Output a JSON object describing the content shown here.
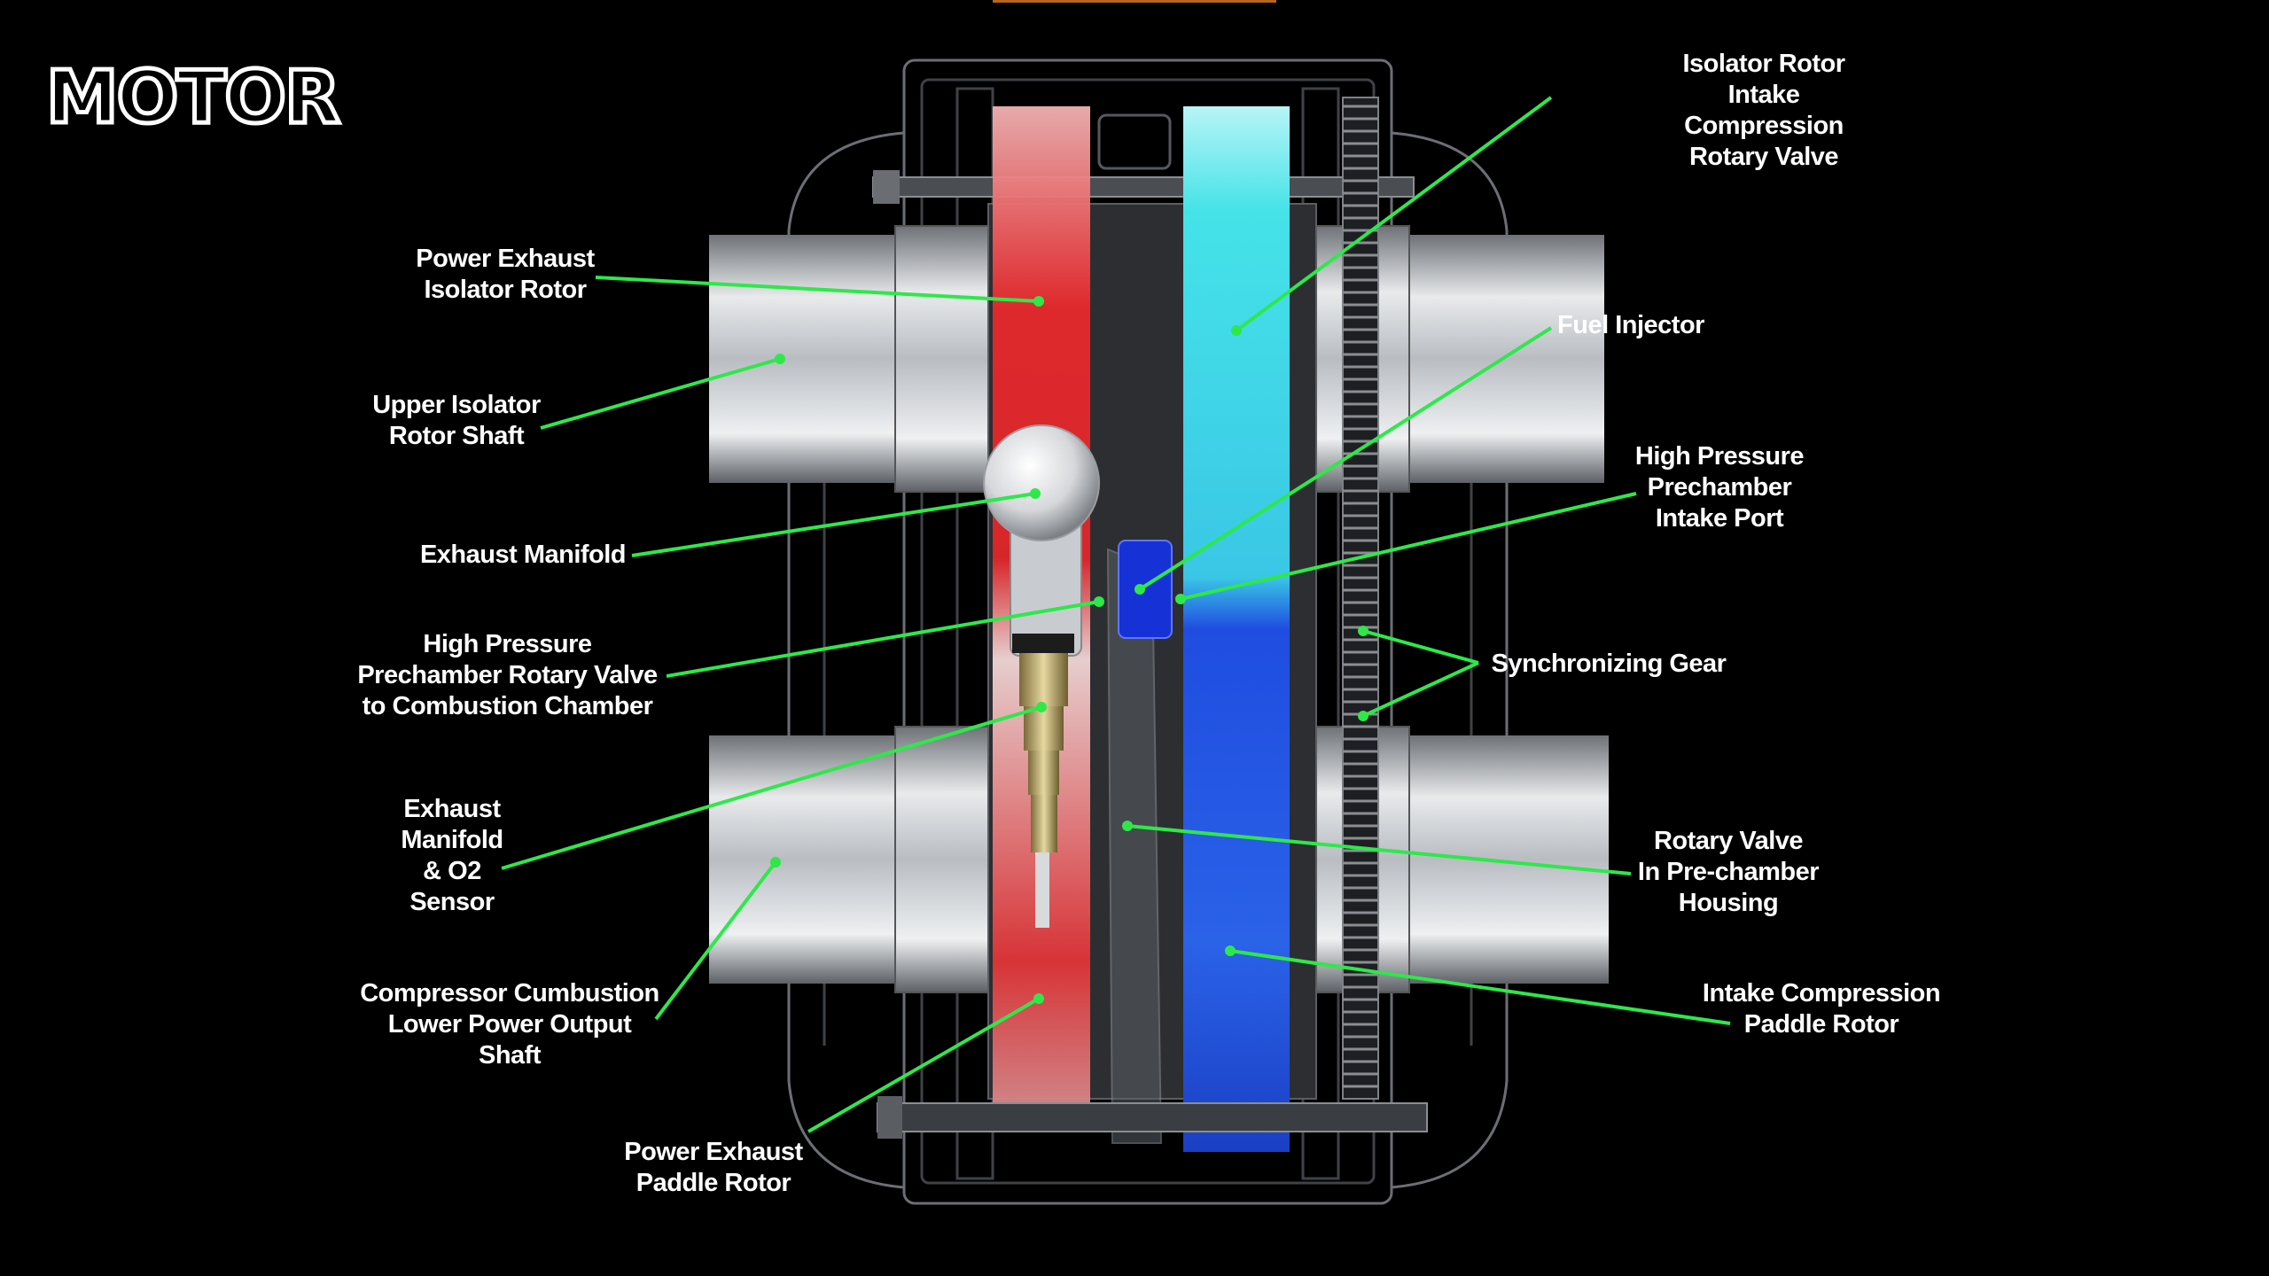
{
  "brand": {
    "logo": "MOTOR"
  },
  "colors": {
    "background": "#000000",
    "leader_line": "#2ee84a",
    "exhaust_rotor": "#e0262a",
    "intake_rotor_upper": "#45e3e8",
    "intake_rotor_lower": "#1f4de0",
    "metal": "#c9cdd2"
  },
  "labels": {
    "isolator_rotor_intake": [
      "Isolator Rotor",
      "Intake",
      "Compression",
      "Rotary Valve"
    ],
    "power_exhaust_isolator": [
      "Power Exhaust",
      "Isolator Rotor"
    ],
    "fuel_injector": [
      "Fuel Injector"
    ],
    "upper_isolator_shaft": [
      "Upper Isolator",
      "Rotor Shaft"
    ],
    "high_pressure_intake_port": [
      "High Pressure",
      "Prechamber",
      "Intake Port"
    ],
    "exhaust_manifold": [
      "Exhaust Manifold"
    ],
    "high_pressure_rotary_valve": [
      "High Pressure",
      "Prechamber Rotary Valve",
      "to Combustion Chamber"
    ],
    "synchronizing_gear": [
      "Synchronizing Gear"
    ],
    "exhaust_manifold_o2": [
      "Exhaust",
      "Manifold",
      "& O2",
      "Sensor"
    ],
    "rotary_valve_prechamber": [
      "Rotary Valve",
      "In Pre-chamber",
      "Housing"
    ],
    "compressor_lower_shaft": [
      "Compressor Cumbustion",
      "Lower Power Output",
      "Shaft"
    ],
    "intake_compression_paddle": [
      "Intake Compression",
      "Paddle Rotor"
    ],
    "power_exhaust_paddle": [
      "Power Exhaust",
      "Paddle Rotor"
    ]
  }
}
